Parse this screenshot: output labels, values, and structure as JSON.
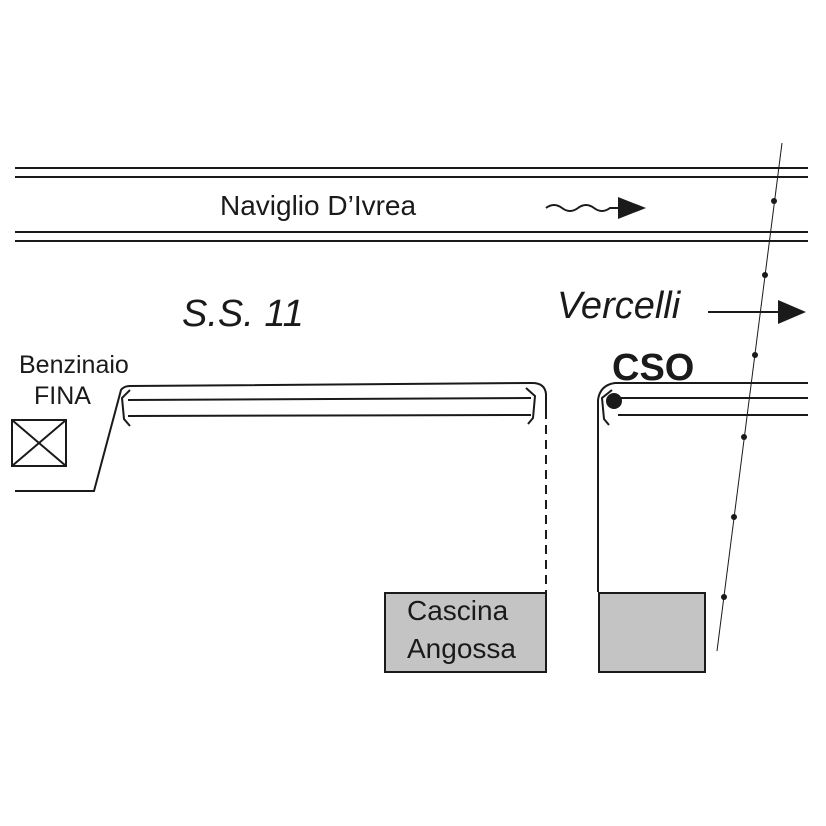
{
  "map": {
    "canal_label": "Naviglio D’Ivrea",
    "road_label": "S.S. 11",
    "direction_label": "Vercelli",
    "site_label": "CSO",
    "station_label_line1": "Benzinaio",
    "station_label_line2": "FINA",
    "farm_label_line1": "Cascina",
    "farm_label_line2": "Angossa",
    "colors": {
      "ink": "#1a1a1a",
      "building_fill": "#c4c4c4",
      "background": "#ffffff"
    },
    "icons": [
      "flow-arrow-icon",
      "direction-arrow-icon",
      "cso-marker-icon",
      "station-box-icon",
      "railway-line"
    ]
  }
}
